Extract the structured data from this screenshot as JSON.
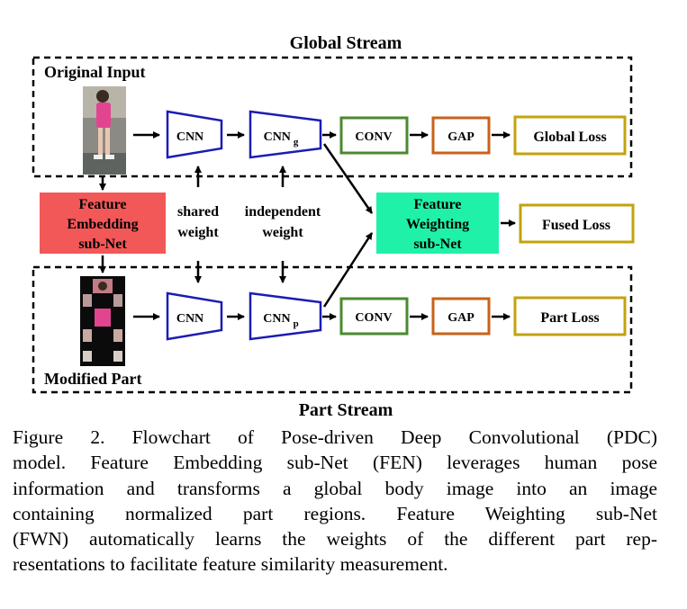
{
  "diagram": {
    "global_stream_title": "Global Stream",
    "part_stream_title": "Part Stream",
    "original_input_label": "Original Input",
    "modified_part_label": "Modified Part",
    "fen_lines": [
      "Feature",
      "Embedding",
      "sub-Net"
    ],
    "fwn_lines": [
      "Feature",
      "Weighting",
      "sub-Net"
    ],
    "shared_weight_lines": [
      "shared",
      "weight"
    ],
    "independent_weight_lines": [
      "independent",
      "weight"
    ],
    "global_row": {
      "cnn": "CNN",
      "cnn2": "CNN",
      "cnn2_sub": "g",
      "conv": "CONV",
      "gap": "GAP",
      "loss": "Global Loss"
    },
    "part_row": {
      "cnn": "CNN",
      "cnn2": "CNN",
      "cnn2_sub": "p",
      "conv": "CONV",
      "gap": "GAP",
      "loss": "Part Loss"
    },
    "fused_loss": "Fused Loss",
    "colors": {
      "cnn_border": "#1c1cb4",
      "conv_border": "#4a8a2e",
      "gap_border": "#c8621a",
      "loss_border": "#c2a30e",
      "fen_fill": "#f25858",
      "fwn_fill": "#1ff2a8"
    }
  },
  "caption": {
    "lines": [
      "Figure 2. Flowchart of Pose-driven Deep Convolutional (PDC)",
      "model. Feature Embedding sub-Net (FEN) leverages human pose",
      "information and transforms a global body image into an image",
      "containing normalized part regions.  Feature Weighting sub-Net",
      "(FWN) automatically learns the weights of the different part rep-",
      "resentations to facilitate feature similarity measurement."
    ]
  }
}
